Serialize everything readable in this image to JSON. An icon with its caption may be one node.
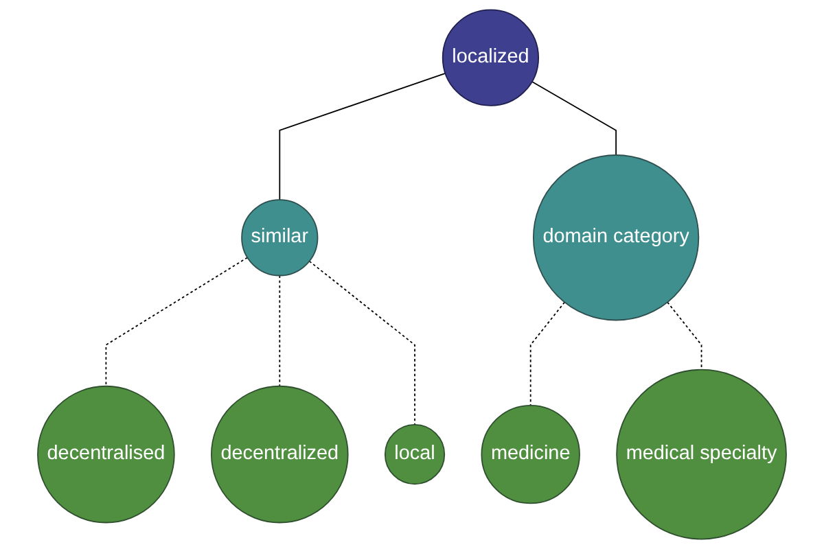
{
  "diagram": {
    "nodes": [
      {
        "text": [
          "decentralised"
        ]
      },
      {
        "text": [
          "local"
        ]
      },
      {
        "text": [
          "decentralized"
        ]
      },
      {
        "text": [
          "similar"
        ]
      },
      {
        "text": [
          "localized"
        ]
      },
      {
        "text": [
          "medicine"
        ]
      },
      {
        "text": [
          "domain category"
        ]
      },
      {
        "text": [
          "medical specialty"
        ]
      }
    ],
    "edges": [
      {
        "from": 4,
        "to": 3,
        "arrow": "none"
      },
      {
        "from": 3,
        "to": 0,
        "arrow": "none",
        "style": "dashed"
      },
      {
        "from": 3,
        "to": 2,
        "arrow": "none",
        "style": "dashed"
      },
      {
        "from": 3,
        "to": 1,
        "arrow": "none",
        "style": "dashed"
      },
      {
        "from": 4,
        "to": 6,
        "arrow": "none"
      },
      {
        "from": 6,
        "to": 5,
        "arrow": "none",
        "style": "dashed"
      },
      {
        "from": 6,
        "to": 7,
        "arrow": "none",
        "style": "dashed"
      }
    ]
  }
}
